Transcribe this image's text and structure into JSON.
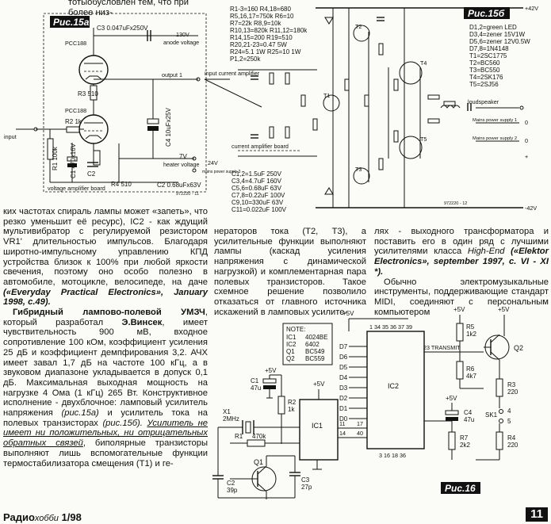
{
  "top_fragment": "тотыобусловлен тем, что при более низ-",
  "figure_15a": {
    "tag": "Рис.15а",
    "tubes": [
      "PCC188",
      "PCC188"
    ],
    "labels": {
      "c3": "C3 0.047uFx250V",
      "v130": "130V",
      "anode": "anode voltage",
      "output1": "output 1",
      "input_current": "input current amplifier",
      "r3": "R3 510",
      "r2": "R2 1k",
      "r1": "R1 100k",
      "c1": "C1 470x16V",
      "c2": "C2",
      "c4": "C4 10uFx25V",
      "r4": "R4 510",
      "v7": "7V",
      "heater": "heater voltage",
      "input": "input",
      "board": "voltage amplifier board",
      "c2b": "C2 0.68uFx63V",
      "code": "972220 - 11"
    }
  },
  "figure_15b": {
    "tag": "Рис.15б",
    "parts_list": [
      "R1-3=160   R4,18=680",
      "R5,16,17=750k  R6=10",
      "R7=22k  R8,9=10k",
      "R10,13=820k  R11,12=180k",
      "R14,15=200  R19=510",
      "R20,21-23=0.47  5W",
      "R24=5.1  1W  R25=10  1W",
      "P1,2=250k"
    ],
    "semis": [
      "D1,2=green LED",
      "D3,4=zener 15V1W",
      "D5,6=zener 12V0.5W",
      "D7,8=1N4148",
      "T1=2SC1775",
      "T2=BC560",
      "T3=BC550",
      "T4=2SK176",
      "T5=2SJ56"
    ],
    "caps": [
      "C1,2=1.5uF 250V",
      "C3,4=4.7uF 160V",
      "C5,6=0.68uF 63V",
      "C7,8=0.22uF 100V",
      "C9,10=330uF 63V",
      "C11=0.022uF 100V"
    ],
    "labels": {
      "plus42": "+42V",
      "minus42": "-42V",
      "loudspeaker": "loudspeaker",
      "mains1": "Mains power supply 1",
      "mains2": "Mains power supply 2",
      "board": "current amplifier board",
      "v24": "24V",
      "mains_small": "mains power supply 3",
      "code": "972220 - 12"
    }
  },
  "col1": {
    "p1": "ких частотах спираль лампы может «запеть», что резко уменьшит её ресурс), IC2 - как ждущий мультивибратор с регулируемой резистором VR1' длительностью импульсов. Благодаря широтно-импульсному управлению КПД устройства близок к 100% при любой яркости свечения, поэтому оно особо полезно в автомобиле, мотоцикле, велосипеде, на даче",
    "p1_ref": "(«Everyday Practical Electronics», January 1998, с.49).",
    "p2_bold": "Гибридный лампово-полевой УМЗЧ",
    "p2_a": ", который разработал",
    "p2_author": "Э.Винсек",
    "p2_b": ", имеет чувствительность 900 мВ, входное сопротивление 100 кОм, коэффициент усиления 25 дБ и коэффициент демпфирования 3,2. АЧХ имеет завал 1,7 дБ на частоте 100 кГц, а в звуковом диапазоне укладывается в допуск 0,1 дБ. Максимальная выходная мощность на нагрузке 4 Ома (1 кГц) 265 Вт. Конструктивное исполнение - двухблочное: ламповый усилитель напряжения",
    "p2_fig_a": "(рис.15а)",
    "p2_c": "и усилитель тока на полевых транзисторах",
    "p2_fig_b": "(рис.15б).",
    "p2_ul": "Усилитель не имеет ни положительных, ни отрицательных обратных связей",
    "p2_d": ", биполярные транзисторы выполняют лишь вспомогательные функции термостабилизатора смещения (Т1) и ге-"
  },
  "col2": {
    "text": "нераторов тока (Т2, Т3), а усилительные функции выполняют лампы (каскад усиления напряжения с динамической нагрузкой) и комплементарная пара полевых транзисторов. Такое схемное решение позволило отказаться от главного источника искажений в ламповых усилите-"
  },
  "col3": {
    "p1": "лях - выходного трансформатора и поставить его в один ряд с лучшими усилителями класса",
    "p1_cls": "High-End",
    "p1_ref": "(«Elektor Electronics», september 1997, с. VI - XI *).",
    "p2": "Обычно электромузыкальные инструменты, поддерживающие стандарт MIDI, соединяют с персональным компьютером"
  },
  "figure_16": {
    "tag": "Рис.16",
    "notes_title": "NOTE:",
    "notes": [
      [
        "IC1",
        "4024BE"
      ],
      [
        "IC2",
        "6402"
      ],
      [
        "Q1",
        "BC549"
      ],
      [
        "Q2",
        "BC559"
      ]
    ],
    "labels": {
      "plus5": "+5V",
      "c1": "C1",
      "c1v": "47u",
      "r2": "R2",
      "r2v": "1k",
      "x1": "X1",
      "x1v": "2MHz",
      "r1": "R1",
      "r1v": "470k",
      "q1": "Q1",
      "c2": "C2",
      "c2v": "39p",
      "c3": "C3",
      "c3v": "27p",
      "ic1": "IC1",
      "ic2": "IC2",
      "c4": "C4",
      "c4v": "47u",
      "transmit": "23 TRANSMIT",
      "r5": "R5",
      "r5v": "1k2",
      "r6": "R6",
      "r6v": "4k7",
      "q2": "Q2",
      "r3": "R3",
      "r3v": "220",
      "r4": "R4",
      "r4v": "220",
      "r7": "R7",
      "r7v": "2k2",
      "sk1": "SK1",
      "data_pins": [
        "D7",
        "D6",
        "D5",
        "D4",
        "D3",
        "D2",
        "D1",
        "D0"
      ],
      "top_pins": "1 34 35 36 37 39",
      "bottom_pins": "3 16 18 36"
    }
  },
  "footer": {
    "title": "Радио",
    "title_sub": "хобби",
    "issue": "1/98",
    "page": "11"
  }
}
